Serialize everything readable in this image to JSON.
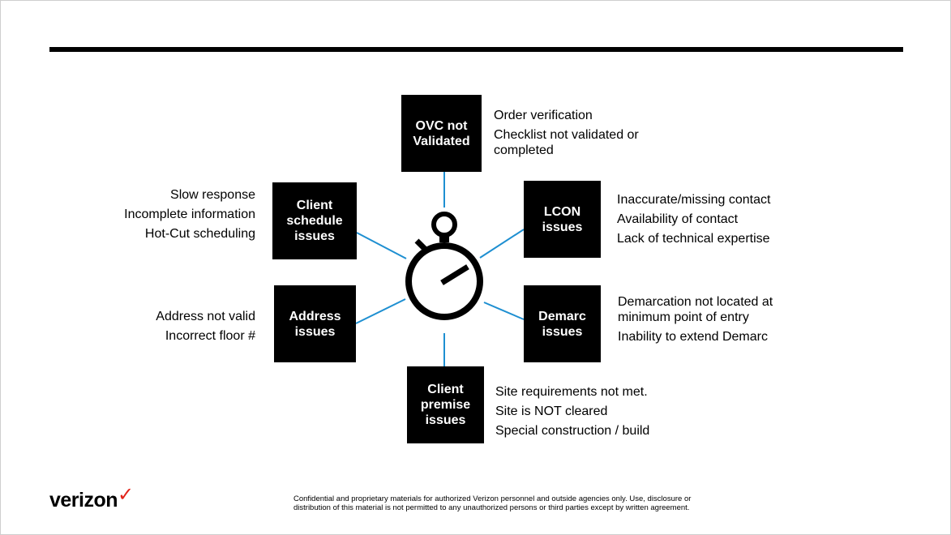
{
  "colors": {
    "node_bg": "#000000",
    "node_text": "#ffffff",
    "connector": "#1e8fd1",
    "logo_check": "#e2231a"
  },
  "center_icon": "stopwatch-icon",
  "nodes": [
    {
      "id": "ovc",
      "lines": [
        "OVC not",
        "Validated"
      ],
      "notes": [
        "Order verification",
        "Checklist not validated or completed"
      ]
    },
    {
      "id": "lcon",
      "lines": [
        "LCON",
        "issues"
      ],
      "notes": [
        "Inaccurate/missing contact",
        "Availability of contact",
        "Lack of technical expertise"
      ]
    },
    {
      "id": "demarc",
      "lines": [
        "Demarc",
        "issues"
      ],
      "notes": [
        "Demarcation not located at minimum point of entry",
        "Inability to extend Demarc"
      ]
    },
    {
      "id": "premise",
      "lines": [
        "Client",
        "premise",
        "issues"
      ],
      "notes": [
        "Site requirements not met.",
        "Site is NOT cleared",
        "Special construction / build"
      ]
    },
    {
      "id": "address",
      "lines": [
        "Address",
        "issues"
      ],
      "notes": [
        "Address not valid",
        "Incorrect floor #"
      ]
    },
    {
      "id": "schedule",
      "lines": [
        "Client",
        "schedule",
        "issues"
      ],
      "notes": [
        "Slow response",
        "Incomplete information",
        "Hot-Cut scheduling"
      ]
    }
  ],
  "brand": {
    "logo_text": "verizon",
    "logo_mark": "✓"
  },
  "footer": {
    "line1": "Confidential and proprietary materials for authorized Verizon personnel and outside agencies only. Use, disclosure or",
    "line2": "distribution of this material is not permitted to any unauthorized persons or third parties except by written agreement."
  }
}
